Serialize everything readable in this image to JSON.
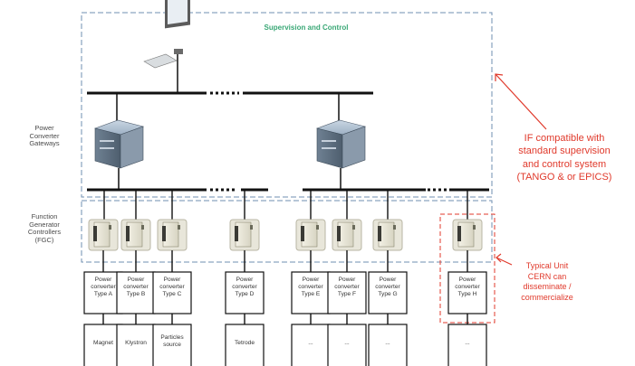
{
  "diagram": {
    "title": "Supervision and Control",
    "left_labels": {
      "gateways": "Power\nConverter\nGateways",
      "fgc": "Function\nGenerator\nControllers\n(FGC)"
    },
    "annotations": {
      "compatible": "IF compatible with\nstandard supervision\nand control system\n(TANGO & or EPICS)",
      "typical_unit": "Typical Unit\nCERN can\ndisseminate /\ncommercialize"
    },
    "converters": [
      {
        "label": "Power\nconverter\nType A",
        "load": "Magnet"
      },
      {
        "label": "Power\nconverter\nType B",
        "load": "Klystron"
      },
      {
        "label": "Power\nconverter\nType C",
        "load": "Particles\nsource"
      },
      {
        "label": "Power\nconverter\nType D",
        "load": "Tetrode"
      },
      {
        "label": "Power\nconverter\nType E",
        "load": "..."
      },
      {
        "label": "Power\nconverter\nType F",
        "load": "..."
      },
      {
        "label": "Power\nconverter\nType G",
        "load": "..."
      },
      {
        "label": "Power\nconverter\nType H",
        "load": "..."
      }
    ],
    "colors": {
      "annotation": "#e0392b",
      "title": "#3aa876",
      "dashed_border": "#6f8fb0",
      "line": "#111111"
    },
    "icons": [
      "computer-icon",
      "gateway-server-icon",
      "fgc-module-icon"
    ]
  }
}
